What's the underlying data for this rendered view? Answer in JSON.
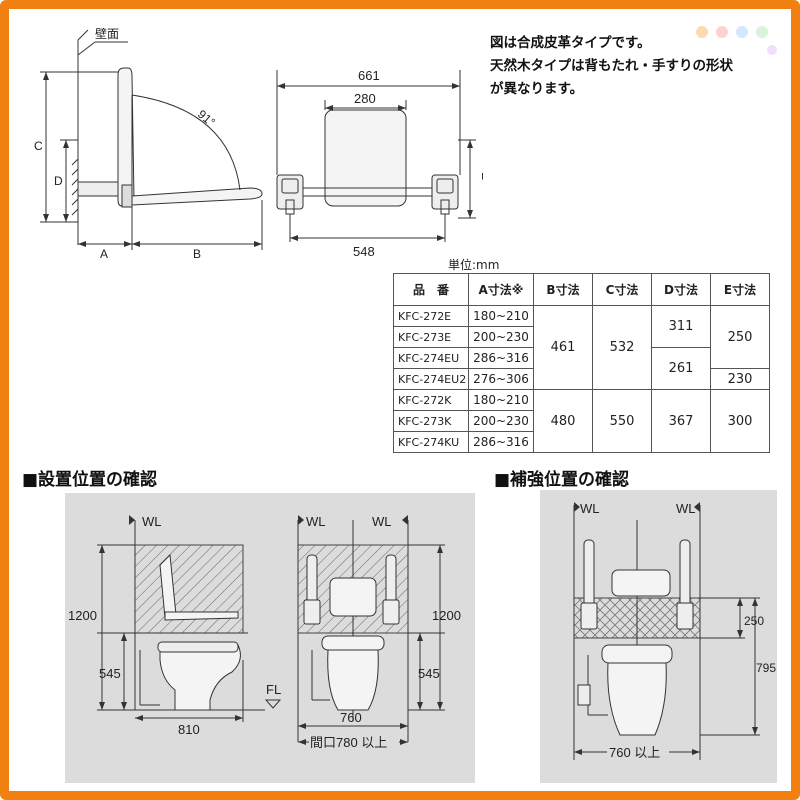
{
  "top_note": {
    "line1": "図は合成皮革タイプです。",
    "line2": "天然木タイプは背もたれ・手すりの形状",
    "line3": "が異なります。"
  },
  "side_view": {
    "wall_label": "壁面",
    "angle_label": "91°",
    "dim_c": "C",
    "dim_d": "D",
    "dim_a": "A",
    "dim_b": "B"
  },
  "front_view": {
    "dim_661": "661",
    "dim_280": "280",
    "dim_548": "548",
    "dim_e": "E"
  },
  "unit_label": "単位:mm",
  "spec_table": {
    "headers": [
      "品　番",
      "A寸法※",
      "B寸法",
      "C寸法",
      "D寸法",
      "E寸法"
    ],
    "rows": [
      {
        "part": "KFC-272E",
        "a": "180~210"
      },
      {
        "part": "KFC-273E",
        "a": "200~230"
      },
      {
        "part": "KFC-274EU",
        "a": "286~316"
      },
      {
        "part": "KFC-274EU2",
        "a": "276~306"
      },
      {
        "part": "KFC-272K",
        "a": "180~210"
      },
      {
        "part": "KFC-273K",
        "a": "200~230"
      },
      {
        "part": "KFC-274KU",
        "a": "286~316"
      }
    ],
    "group1": {
      "b": "461",
      "c": "532",
      "d1": "311",
      "d2": "261",
      "e1": "250",
      "e2": "230"
    },
    "group2": {
      "b": "480",
      "c": "550",
      "d": "367",
      "e": "300"
    }
  },
  "section_install": {
    "title": "■設置位置の確認",
    "wl": "WL",
    "fl": "FL",
    "dim_1200": "1200",
    "dim_545": "545",
    "dim_810": "810",
    "dim_760": "760",
    "opening": "間口780 以上"
  },
  "section_reinforce": {
    "title": "■補強位置の確認",
    "wl": "WL",
    "dim_250": "250",
    "dim_795": "795",
    "dim_760": "760 以上"
  },
  "colors": {
    "frame": "#f08010",
    "panel": "#dcdcdc",
    "line": "#333333"
  }
}
